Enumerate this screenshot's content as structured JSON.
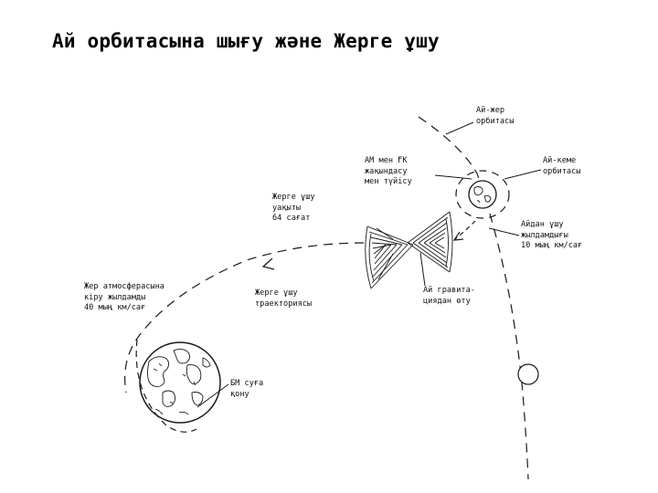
{
  "title": "Ай орбитасына шығу және Жерге ұшу",
  "labels": {
    "moon_earth_orbit": [
      "Ай-жер",
      "орбитасы"
    ],
    "docking": [
      "АМ мен ҒК",
      "жақындасу",
      "мен түйісу"
    ],
    "moon_ship_orbit": [
      "Ай-кеме",
      "орбитасы"
    ],
    "flight_time": [
      "Жерге ұшу",
      "уақыты",
      "64 сағат"
    ],
    "moon_departure_speed": [
      "Айдан ұшу",
      "жылдамдығы",
      "10 мың км/сағ"
    ],
    "atmosphere_entry": [
      "Жер атмосферасына",
      "кіру жылдамды",
      "40 мың км/сағ"
    ],
    "return_trajectory": [
      "Жерге ұшу",
      "траекториясы"
    ],
    "lunar_gravity": [
      "Ай гравита-",
      "циядан өту"
    ],
    "splashdown": [
      "БМ суға",
      "қону"
    ]
  },
  "colors": {
    "ink": "#1a1a1a",
    "background": "#ffffff"
  }
}
